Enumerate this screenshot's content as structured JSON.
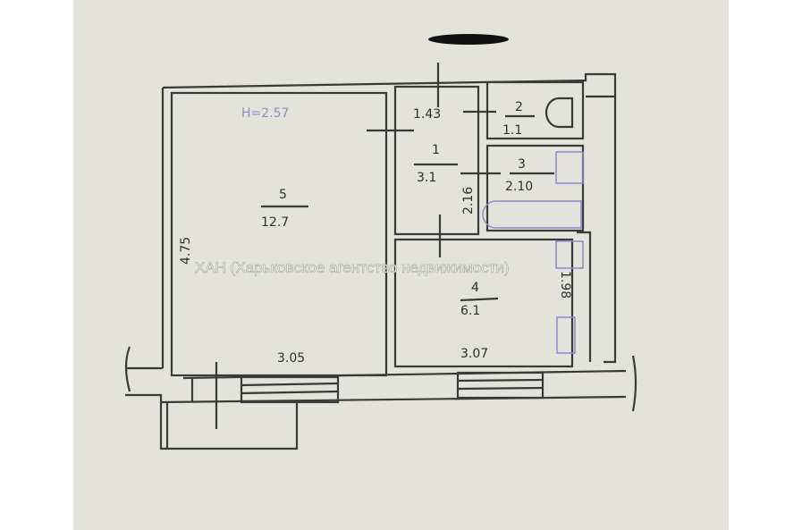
{
  "plan": {
    "ceiling_height": "H=2.57",
    "rooms": [
      {
        "number": "1",
        "area": "3.1"
      },
      {
        "number": "2",
        "area": "1.1"
      },
      {
        "number": "3",
        "area": "2.10"
      },
      {
        "number": "4",
        "area": "6.1"
      },
      {
        "number": "5",
        "area": "12.7"
      }
    ],
    "dimensions": {
      "room1_width": "1.43",
      "room1_length": "2.16",
      "room5_width": "3.05",
      "room5_length": "4.75",
      "room4_width": "3.07",
      "room4_length": "1.98"
    }
  },
  "watermark": "ХАН (Харьковское агентство недвижимости)",
  "colors": {
    "paper": "#e3e3dc",
    "ink": "#3a3a3a",
    "blue_ink": "#8c8fc4"
  }
}
